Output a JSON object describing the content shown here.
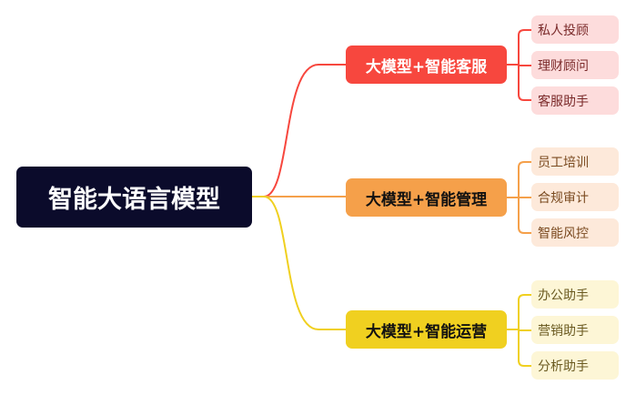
{
  "root": {
    "label": "智能大语言模型"
  },
  "branches": [
    {
      "label": "大模型+智能客服",
      "color": "#f7473e",
      "leaf_bg": "#fddcdc",
      "leaf_text": "#7a2a2a",
      "leaves": [
        "私人投顾",
        "理财顾问",
        "客服助手"
      ]
    },
    {
      "label": "大模型+智能管理",
      "color": "#f5a04a",
      "leaf_bg": "#fde9da",
      "leaf_text": "#7a4a20",
      "leaves": [
        "员工培训",
        "合规审计",
        "智能风控"
      ]
    },
    {
      "label": "大模型+智能运营",
      "color": "#f0d020",
      "leaf_bg": "#fdf6d6",
      "leaf_text": "#6a5a20",
      "leaves": [
        "办公助手",
        "营销助手",
        "分析助手"
      ]
    }
  ]
}
